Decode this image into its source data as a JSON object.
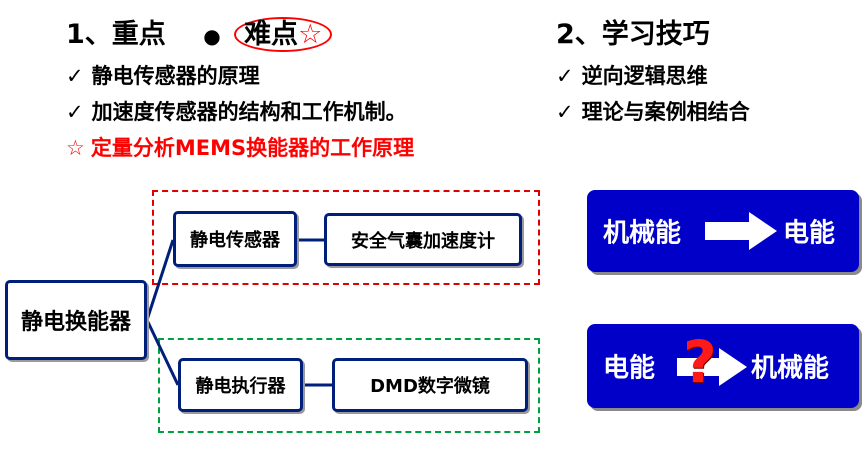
{
  "section1": {
    "title": "1、重点",
    "dot": "●",
    "difficulty": "难点",
    "star": "☆",
    "bullets": [
      "静电传感器的原理",
      "加速度传感器的结构和工作机制。"
    ],
    "highlight_star": "☆",
    "highlight_text": "定量分析MEMS换能器的工作原理"
  },
  "section2": {
    "title": "2、学习技巧",
    "bullets": [
      "逆向逻辑思维",
      "理论与案例相结合"
    ]
  },
  "check_mark": "✓",
  "diagram": {
    "root": "静电换能器",
    "sensor": "静电传感器",
    "sensor_example": "安全气囊加速度计",
    "actuator": "静电执行器",
    "actuator_example": "DMD数字微镜"
  },
  "energy": {
    "top_left": "机械能",
    "top_right": "电能",
    "bottom_left": "电能",
    "bottom_right": "机械能",
    "question_mark": "?"
  },
  "colors": {
    "accent_red": "#ff0000",
    "box_border": "#001f7a",
    "energy_bg": "#0000c8",
    "dash_red": "#e00000",
    "dash_green": "#00a040"
  }
}
